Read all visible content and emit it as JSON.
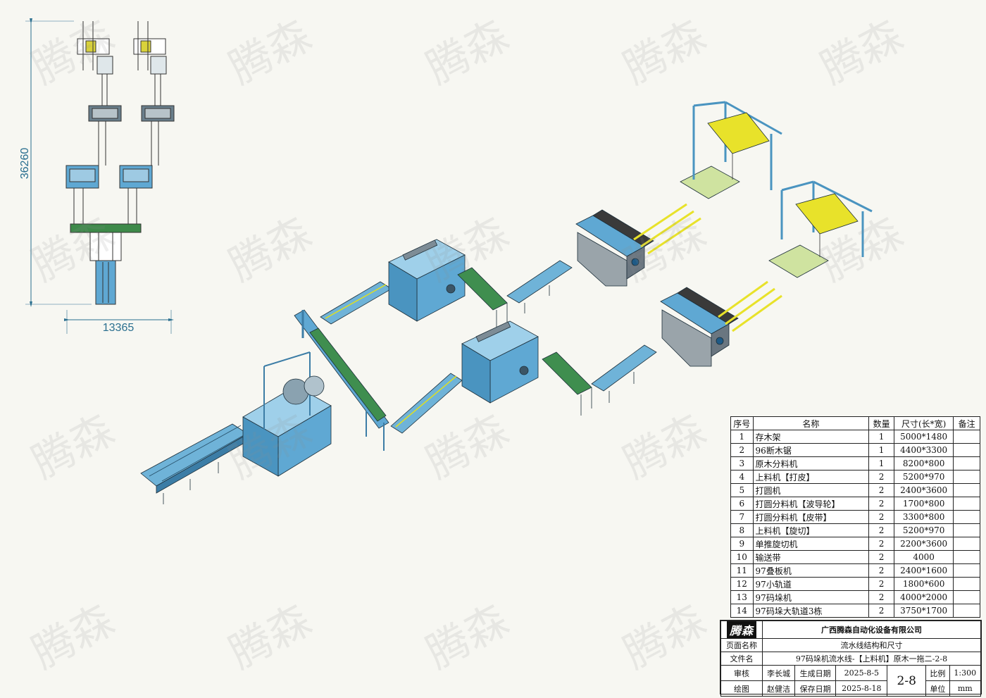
{
  "watermark": "腾森",
  "dimensions": {
    "height_label": "36260",
    "width_label": "13365"
  },
  "bom": {
    "headers": [
      "序号",
      "名称",
      "数量",
      "尺寸(长*宽)",
      "备注"
    ],
    "rows": [
      [
        "1",
        "存木架",
        "1",
        "5000*1480",
        ""
      ],
      [
        "2",
        "96断木锯",
        "1",
        "4400*3300",
        ""
      ],
      [
        "3",
        "原木分料机",
        "1",
        "8200*800",
        ""
      ],
      [
        "4",
        "上料机【打皮】",
        "2",
        "5200*970",
        ""
      ],
      [
        "5",
        "打圆机",
        "2",
        "2400*3600",
        ""
      ],
      [
        "6",
        "打圆分料机【波导轮】",
        "2",
        "1700*800",
        ""
      ],
      [
        "7",
        "打圆分料机【皮带】",
        "2",
        "3300*800",
        ""
      ],
      [
        "8",
        "上料机【旋切】",
        "2",
        "5200*970",
        ""
      ],
      [
        "9",
        "单推旋切机",
        "2",
        "2200*3600",
        ""
      ],
      [
        "10",
        "输送带",
        "2",
        "4000",
        ""
      ],
      [
        "11",
        "97叠板机",
        "2",
        "2400*1600",
        ""
      ],
      [
        "12",
        "97小轨道",
        "2",
        "1800*600",
        ""
      ],
      [
        "13",
        "97码垛机",
        "2",
        "4000*2000",
        ""
      ],
      [
        "14",
        "97码垛大轨道3栋",
        "2",
        "3750*1700",
        ""
      ]
    ]
  },
  "title_block": {
    "logo": "腾森",
    "company": "广西腾森自动化设备有限公司",
    "page_name_label": "页面名称",
    "page_name": "流水线结构和尺寸",
    "file_name_label": "文件名",
    "file_name": "97码垛机流水线-【上料机】原木一拖二-2-8",
    "reviewer_label": "审核",
    "reviewer": "李长城",
    "gen_date_label": "生成日期",
    "gen_date": "2025-8-5",
    "drawer_label": "绘图",
    "drawer": "赵健洁",
    "save_date_label": "保存日期",
    "save_date": "2025-8-18",
    "sheet_no": "2-8",
    "scale_label": "比例",
    "scale": "1:300",
    "unit_label": "单位",
    "unit": "mm"
  }
}
